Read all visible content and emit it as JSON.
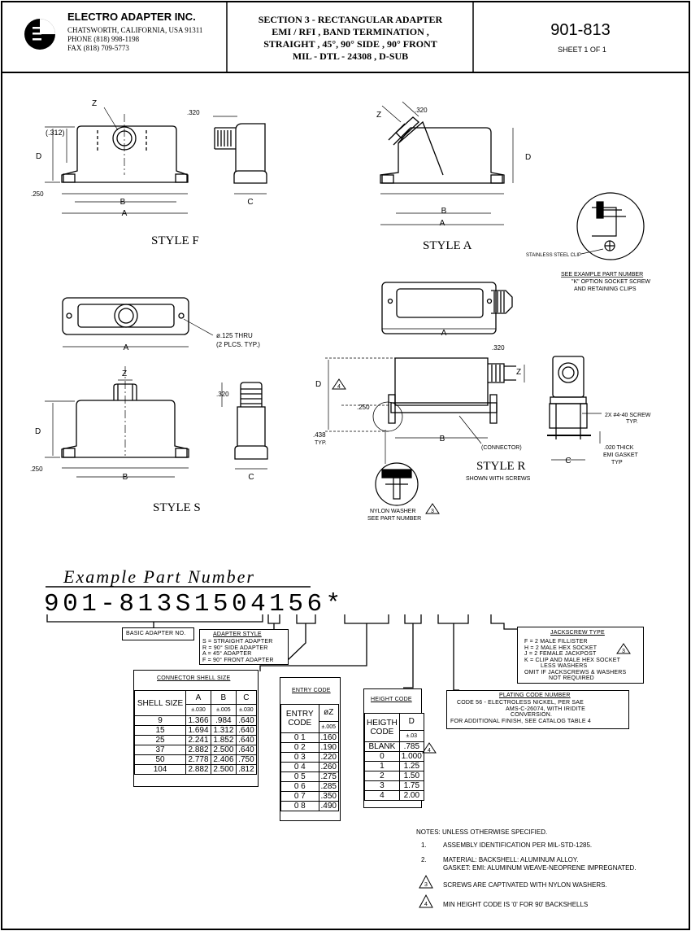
{
  "company": {
    "name": "ELECTRO ADAPTER INC.",
    "address": "CHATSWORTH, CALIFORNIA, USA 91311",
    "phone": "PHONE (818) 998-1198",
    "fax": "FAX (818) 709-5773"
  },
  "section": {
    "line1": "SECTION 3 - RECTANGULAR ADAPTER",
    "line2": "EMI / RFI , BAND TERMINATION ,",
    "line3": "STRAIGHT , 45°, 90° SIDE , 90° FRONT",
    "line4": "MIL - DTL - 24308 , D-SUB"
  },
  "part": {
    "number": "901-813",
    "sheet": "SHEET 1 OF 1"
  },
  "styles": {
    "f": "STYLE F",
    "a": "STYLE A",
    "s": "STYLE S",
    "r": "STYLE R",
    "r_note": "SHOWN WITH SCREWS"
  },
  "dims": {
    "z": "Z",
    "d": "D",
    "a": "A",
    "b": "B",
    "c": "C",
    "d312": "(.312)",
    "d250": ".250",
    "d320": ".320",
    "d438": ".438",
    "typ": "TYP.",
    "connector": "(CONNECTOR)",
    "thru": "ø.125 THRU",
    "thru2": "(2 PLCS. TYP.)",
    "screw": "2X #4-40 SCREW",
    "screw2": "TYP.",
    "gasket": ".020 THICK",
    "gasket2": "EMI GASKET",
    "gasket3": "TYP",
    "ss_clip": "STAINLESS STEEL CLIP",
    "nylon": "NYLON WASHER",
    "nylon2": "SEE PART NUMBER",
    "note4": "4",
    "note3": "3"
  },
  "see_example": {
    "title": "SEE EXAMPLE PART NUMBER",
    "line1": "\"K\" OPTION SOCKET SCREW",
    "line2": "AND RETAINING CLIPS"
  },
  "example": {
    "title": "Example Part Number",
    "number": "901-813S1504156*"
  },
  "basic": "BASIC ADAPTER NO.",
  "adapter_style": {
    "title": "ADAPTER STYLE",
    "items": [
      "S = STRAIGHT ADAPTER",
      "R = 90° SIDE ADAPTER",
      "A = 45° ADAPTER",
      "F = 90° FRONT ADAPTER"
    ]
  },
  "jackscrew": {
    "title": "JACKSCREW TYPE",
    "items": [
      "F = 2 MALE FILLISTER",
      "H = 2 MALE HEX SOCKET",
      "J = 2 FEMALE JACKPOST",
      "K = CLIP AND MALE HEX SOCKET",
      "LESS WASHERS",
      "OMIT IF JACKSCREWS & WASHERS",
      "NOT REQUIRED"
    ]
  },
  "plating": {
    "title": "PLATING CODE NUMBER",
    "line1": "CODE 56 - ELECTROLESS NICKEL, PER SAE",
    "line2": "AMS-C-26074, WITH IRIDITE",
    "line3": "CONVERSION.",
    "line4": "FOR ADDITIONAL FINISH, SEE CATALOG TABLE 4"
  },
  "shell_table": {
    "title": "CONNECTOR SHELL SIZE",
    "headers": [
      "SHELL SIZE",
      "A",
      "B",
      "C"
    ],
    "tolerances": [
      "±.030",
      "±.005",
      "±.030"
    ],
    "rows": [
      [
        "9",
        "1.366",
        ".984",
        ".640"
      ],
      [
        "15",
        "1.694",
        "1.312",
        ".640"
      ],
      [
        "25",
        "2.241",
        "1.852",
        ".640"
      ],
      [
        "37",
        "2.882",
        "2.500",
        ".640"
      ],
      [
        "50",
        "2.778",
        "2.406",
        ".750"
      ],
      [
        "104",
        "2.882",
        "2.500",
        ".812"
      ]
    ]
  },
  "entry_table": {
    "title": "ENTRY CODE",
    "headers": [
      "ENTRY CODE",
      "øZ"
    ],
    "tolerance": "±.005",
    "rows": [
      [
        "0 1",
        ".160"
      ],
      [
        "0 2",
        ".190"
      ],
      [
        "0 3",
        ".220"
      ],
      [
        "0 4",
        ".260"
      ],
      [
        "0 5",
        ".275"
      ],
      [
        "0 6",
        ".285"
      ],
      [
        "0 7",
        ".350"
      ],
      [
        "0 8",
        ".490"
      ]
    ]
  },
  "height_table": {
    "title": "HEIGHT CODE",
    "headers": [
      "HEIGTH CODE",
      "D"
    ],
    "tolerance": "±.03",
    "rows": [
      [
        "BLANK",
        ".785"
      ],
      [
        "0",
        "1.000"
      ],
      [
        "1",
        "1.25"
      ],
      [
        "2",
        "1.50"
      ],
      [
        "3",
        "1.75"
      ],
      [
        "4",
        "2.00"
      ]
    ]
  },
  "notes": {
    "title": "NOTES: UNLESS OTHERWISE SPECIFIED.",
    "n1": "ASSEMBLY IDENTIFICATION PER MIL-STD-1285.",
    "n2a": "MATERIAL: BACKSHELL: ALUMINUM ALLOY.",
    "n2b": "GASKET: EMI: ALUMINUM WEAVE-NEOPRENE IMPREGNATED.",
    "n3": "SCREWS ARE CAPTIVATED WITH NYLON WASHERS.",
    "n4": "MIN HEIGHT CODE IS '0' FOR 90' BACKSHELLS",
    "num1": "1.",
    "num2": "2.",
    "num3": "3",
    "num4": "4"
  }
}
